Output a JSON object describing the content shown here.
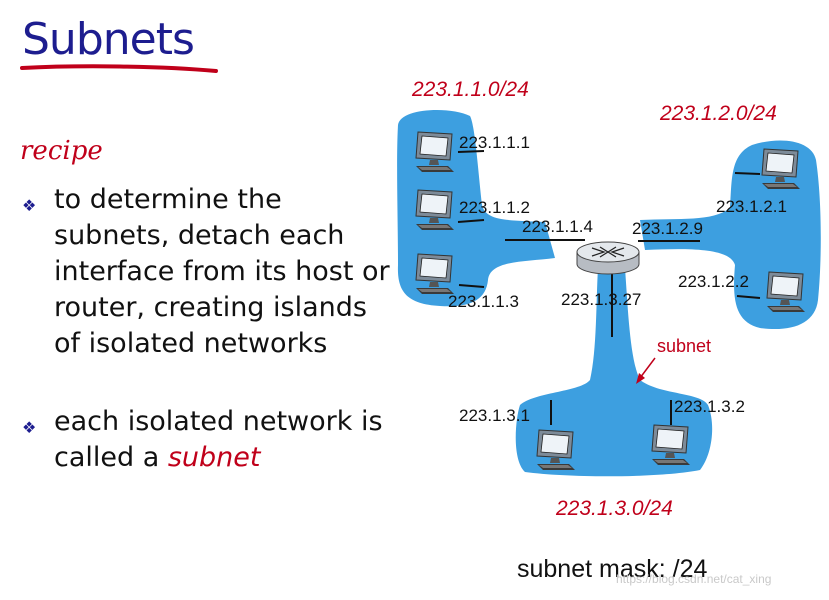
{
  "slide": {
    "title": "Subnets",
    "recipe_label": "recipe",
    "bullets": [
      {
        "text": "to determine the subnets, detach each interface from its host or router, creating islands of isolated networks"
      },
      {
        "text_prefix": "each isolated network is called a ",
        "emphasis": "subnet"
      }
    ]
  },
  "diagram": {
    "subnets": [
      {
        "label": "223.1.1.0/24"
      },
      {
        "label": "223.1.2.0/24"
      },
      {
        "label": "223.1.3.0/24"
      }
    ],
    "interfaces": {
      "h111": "223.1.1.1",
      "h112": "223.1.1.2",
      "h113": "223.1.1.3",
      "r114": "223.1.1.4",
      "r129": "223.1.2.9",
      "h121": "223.1.2.1",
      "h122": "223.1.2.2",
      "r1327": "223.1.3.27",
      "h131": "223.1.3.1",
      "h132": "223.1.3.2"
    },
    "subnet_pointer_label": "subnet",
    "subnet_mask": "subnet mask: /24"
  },
  "watermark": "https://blog.csdn.net/cat_xing",
  "colors": {
    "title": "#1d1d8f",
    "emphasis": "#c0001a",
    "subnet_fill": "#3d9fe0",
    "underline": "#c0001a"
  }
}
